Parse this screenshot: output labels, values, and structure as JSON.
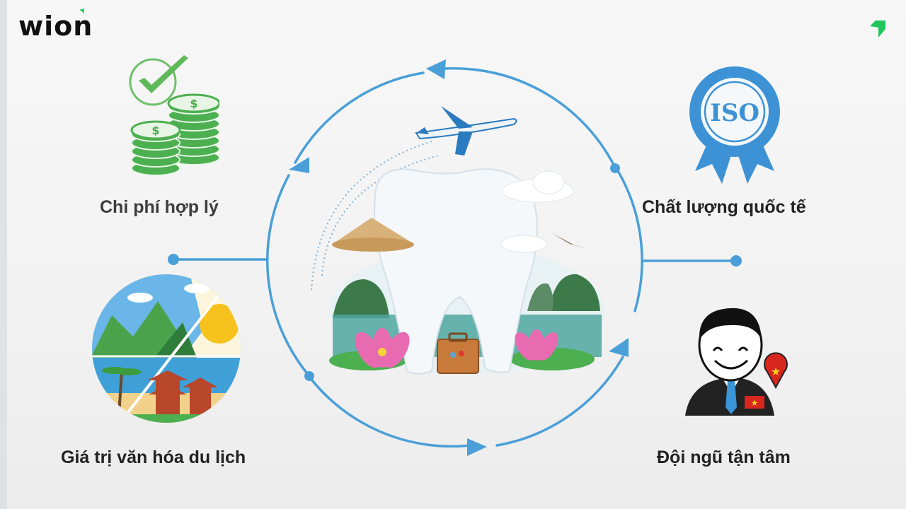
{
  "brand": {
    "logo_text": "wion",
    "accent_color": "#22c55e"
  },
  "diagram": {
    "ring_color": "#4a9fd8",
    "center_illustration": "tooth-with-vietnam-travel-scene",
    "center_elements": [
      "airplane",
      "tooth",
      "conical-hat",
      "clouds",
      "bird",
      "karst-islands",
      "lotus-flowers",
      "suitcase"
    ],
    "features": [
      {
        "id": "cost",
        "label": "Chi phí hợp lý",
        "icon": "money-stack-check-icon",
        "position": "top-left"
      },
      {
        "id": "quality",
        "label": "Chất lượng quốc tế",
        "icon": "iso-badge-icon",
        "position": "top-right",
        "badge_text": "ISO"
      },
      {
        "id": "culture",
        "label": "Giá trị văn hóa du lịch",
        "icon": "vietnam-landscape-icon",
        "position": "bottom-left"
      },
      {
        "id": "team",
        "label": "Đội ngũ tận tâm",
        "icon": "dentist-staff-icon",
        "position": "bottom-right"
      }
    ]
  }
}
